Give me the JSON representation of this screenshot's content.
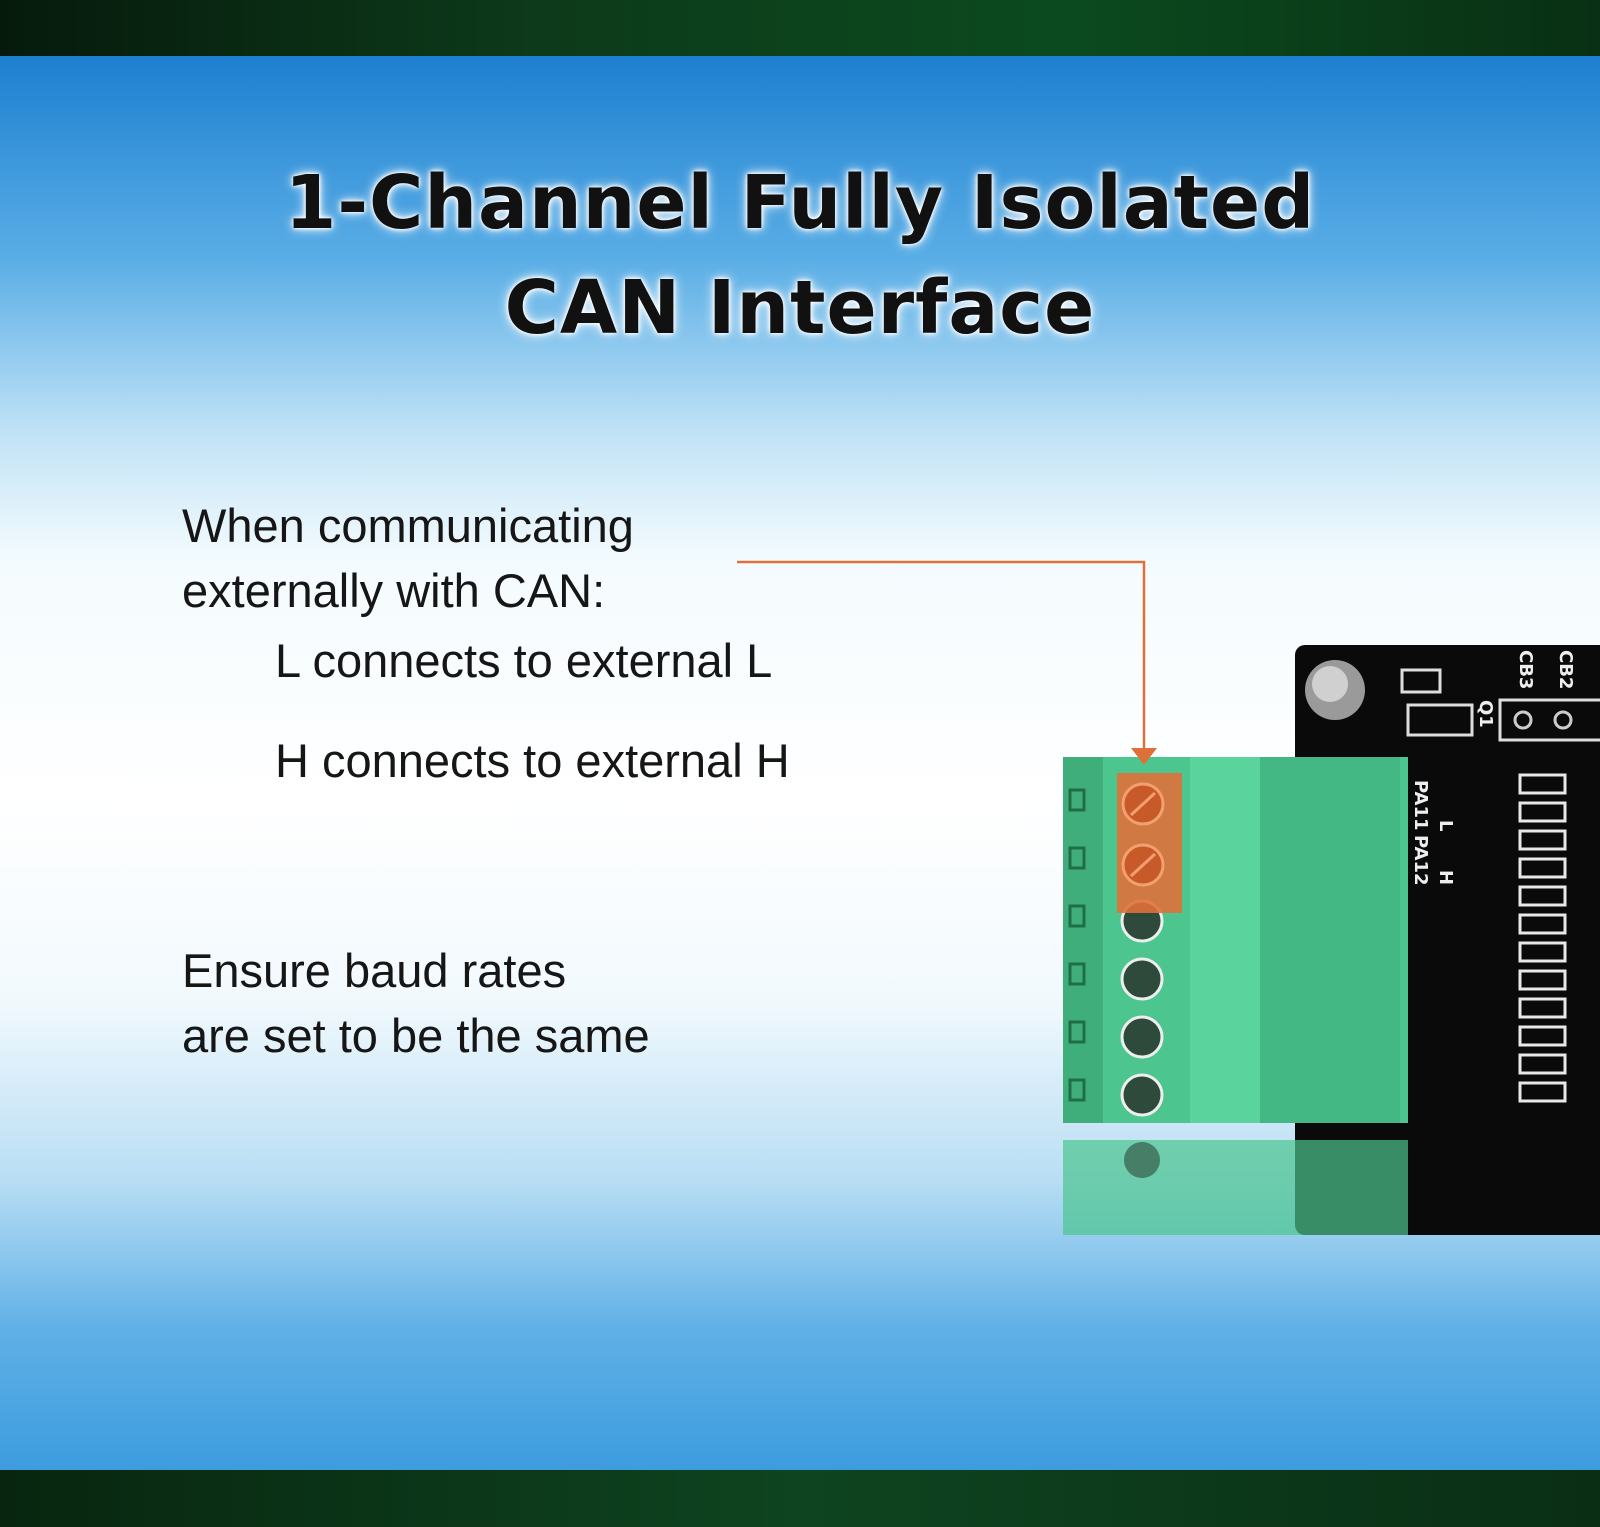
{
  "title": {
    "line1": "1-Channel Fully Isolated",
    "line2": "CAN Interface"
  },
  "instructions": {
    "intro_line1": "When communicating",
    "intro_line2": "externally with CAN:",
    "rule_l": "L connects to external L",
    "rule_h": "H connects to external H"
  },
  "note": {
    "line1": "Ensure baud rates",
    "line2": "are set to be the same"
  },
  "colors": {
    "accent": "#e0703a",
    "connector": "#4cc58f",
    "board": "#0a0a0a"
  },
  "board_labels": [
    "L",
    "H",
    "PA11",
    "PA12",
    "Q1",
    "CB3",
    "CB2"
  ]
}
